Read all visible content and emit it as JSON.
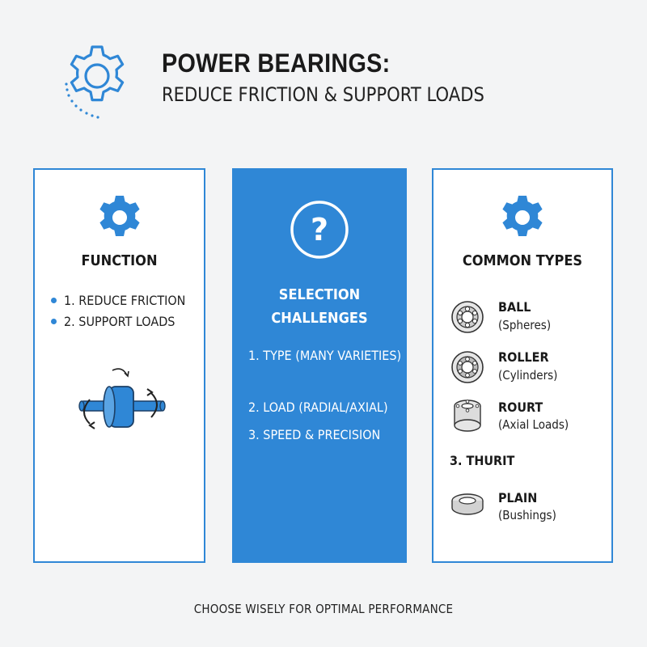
{
  "header": {
    "title": "POWER BEARINGS:",
    "subtitle": "REDUCE FRICTION & SUPPORT LOADS"
  },
  "function_panel": {
    "heading": "FUNCTION",
    "items": [
      "1. REDUCE FRICTION",
      "2. SUPPORT LOADS"
    ]
  },
  "selection_panel": {
    "heading_line1": "SELECTION",
    "heading_line2": "CHALLENGES",
    "items": [
      "1. TYPE (MANY VARIETIES)",
      "2. LOAD (RADIAL/AXIAL)",
      "3. SPEED & PRECISION"
    ]
  },
  "types_panel": {
    "heading": "COMMON TYPES",
    "types": [
      {
        "name": "BALL",
        "desc": "(Spheres)"
      },
      {
        "name": "ROLLER",
        "desc": "(Cylinders)"
      },
      {
        "name": "ROURT",
        "desc": "(Axial Loads)"
      },
      {
        "name": "PLAIN",
        "desc": "(Bushings)"
      }
    ],
    "extra": "3. THURIT"
  },
  "footer": "CHOOSE WISELY FOR OPTIMAL PERFORMANCE",
  "colors": {
    "accent": "#2f87d6",
    "background": "#f3f4f5"
  },
  "icons": [
    "gear-outline-icon",
    "gear-icon",
    "question-icon",
    "bearing-illustration",
    "ball-bearing-icon",
    "roller-bearing-icon",
    "thrust-bearing-icon",
    "plain-bearing-icon"
  ]
}
